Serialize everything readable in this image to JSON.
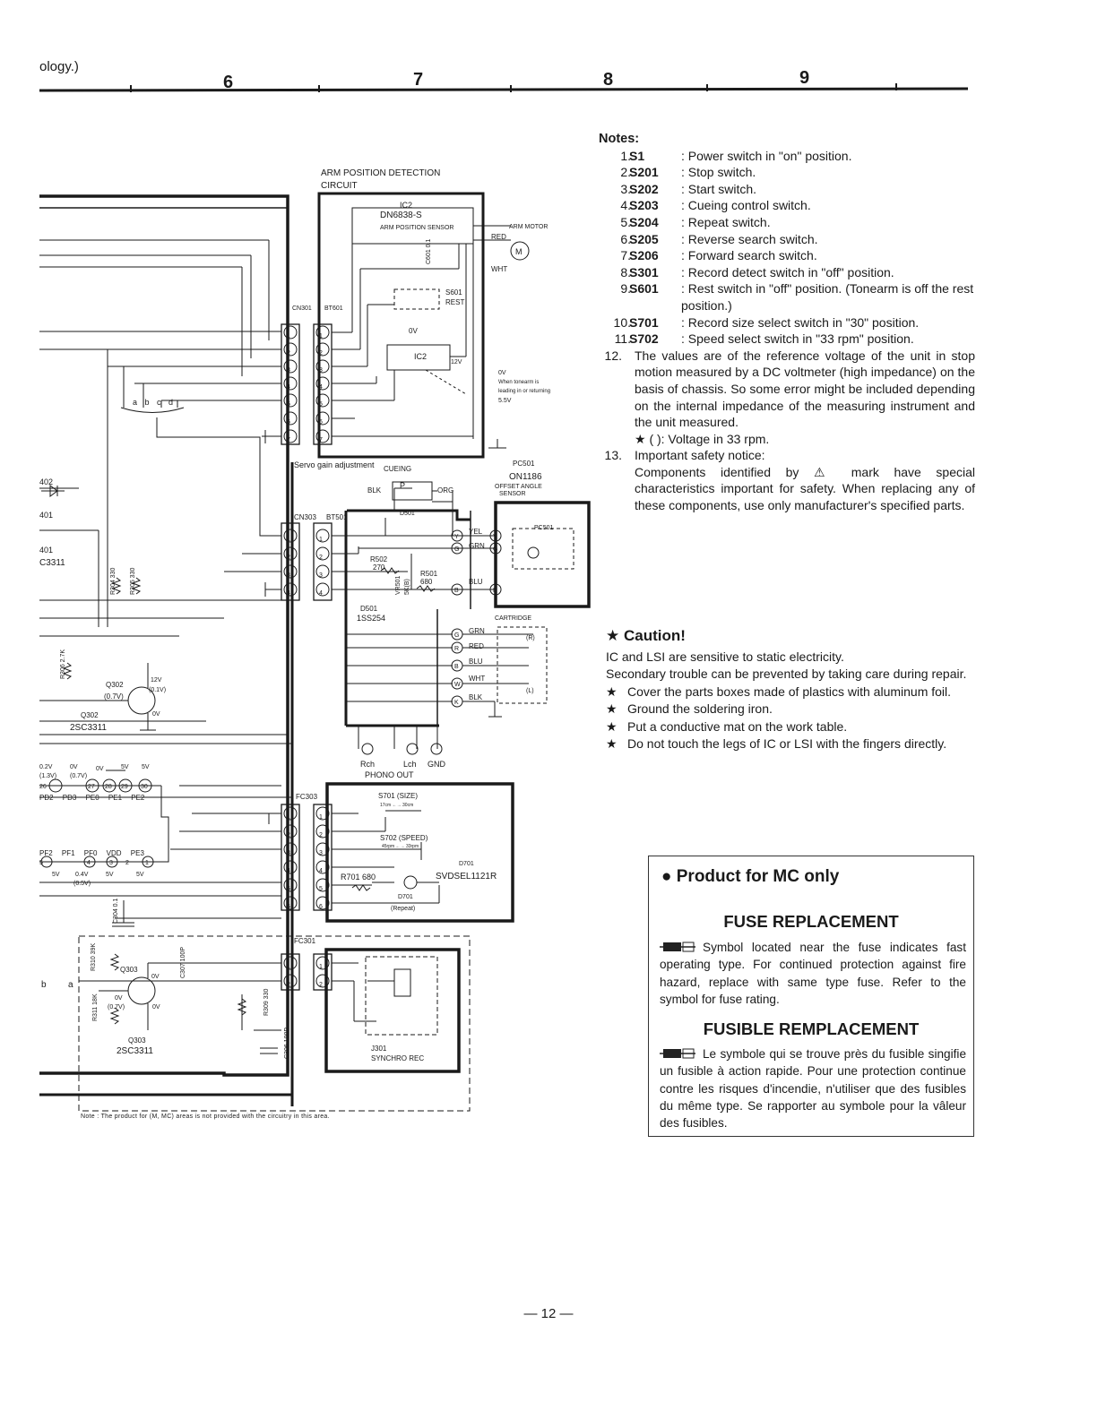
{
  "header": {
    "fragment": "ology.)",
    "column_numbers": [
      "6",
      "7",
      "8",
      "9"
    ]
  },
  "schematic": {
    "arm_circuit_title": "ARM POSITION DETECTION CIRCUIT",
    "ic2_label": "IC2",
    "ic2_part": "DN6838-S",
    "ic2_desc": "ARM POSITION SENSOR",
    "arm_motor": "ARM MOTOR",
    "red": "RED",
    "wht": "WHT",
    "motor": "M",
    "c601": "C601 0.1",
    "s601": "S601",
    "rest": "REST",
    "cn301": "CN301",
    "bt601": "BT601",
    "ov": "0V",
    "ic2_box": "IC2",
    "twelve_v": "12V",
    "tonearm_note_1": "0V",
    "tonearm_note_2": "When tonearm is",
    "tonearm_note_3": "leading in or returning",
    "tonearm_note_4": "5.5V",
    "abcd": "a b c d",
    "servo": "Servo gain adjustment",
    "cueing": "CUEING",
    "blk": "BLK",
    "org": "ORG",
    "p": "P",
    "pc501_top": "PC501",
    "on1186": "ON1186",
    "offset": "OFFSET ANGLE",
    "sensor": "SENSOR",
    "cn303": "CN303",
    "bt501": "BT501",
    "d501_top": "D501",
    "yel": "YEL",
    "grn": "GRN",
    "blu": "BLU",
    "pc501_box": "PC501",
    "r502": "R502",
    "r502_v": "270",
    "r501": "R501",
    "r501_v": "680",
    "vr501": "VR501",
    "vr501_v": "5K(B)",
    "d501_bot": "D501",
    "d501_part": "1SS254",
    "cartridge": "CARTRIDGE",
    "c_grn": "GRN",
    "c_red": "RED",
    "c_blu": "BLU",
    "c_wht": "WHT",
    "c_blk": "BLK",
    "r_ch": "(R)",
    "l_ch": "(L)",
    "rch": "Rch",
    "lch": "Lch",
    "gnd": "GND",
    "phono_out": "PHONO OUT",
    "q402": "402",
    "q401": "401",
    "q401b": "401",
    "c3311_frag": "C3311",
    "r304": "R304 330",
    "r305": "R305 330",
    "r306": "R306 2.7K",
    "q302": "Q302",
    "q302_v": "(0.7V)",
    "q302_12v": "12V",
    "q302_01v": "(0.1V)",
    "q302_ov": "0V",
    "q302_b": "Q302",
    "q302_part": "2SC3311",
    "ic_v1": "0.2V",
    "ic_v2": "(1.3V)",
    "ic_v3": "0V",
    "ic_v4": "(0.7V)",
    "ic_v5": "0V",
    "ic_v6": "5V",
    "ic_v7": "5V",
    "pins_top": [
      "26",
      "27",
      "28",
      "29",
      "30"
    ],
    "pin_names_top": "PD2 PD3 PE0 PE1 PE2",
    "pin_names_bot": "PF2 PF1 PF0 VDD PE3",
    "pins_bot": [
      "5",
      "4",
      "3",
      "2",
      "1"
    ],
    "ic_v8": "5V",
    "ic_v9": "0.4V",
    "ic_v10": "(0.5V)",
    "ic_v11": "5V",
    "ic_v12": "5V",
    "fc303": "FC303",
    "s701": "S701 (SIZE)",
    "s701_sub": "17cm ←→ 30cm",
    "s702": "S702 (SPEED)",
    "s702_sub": "45rpm ←→ 33rpm",
    "d701": "D701",
    "r701": "R701 680",
    "svd": "SVDSEL1121R",
    "d701b": "D701",
    "repeat": "(Repeat)",
    "c304": "C304 0.1",
    "r310": "R310 39K",
    "q303": "Q303",
    "q303_ov1": "0V",
    "q303_ov2": "0V",
    "q303_v": "(0.7V)",
    "q303_ov3": "0V",
    "c307": "C307 100P",
    "r311": "R311 18K",
    "r309": "R309 330",
    "fc301": "FC301",
    "q303_b": "Q303",
    "q303_part": "2SC3311",
    "j301": "J301",
    "synchro": "SYNCHRO REC",
    "c306": "C306 100P",
    "b": "b",
    "a": "a",
    "bottom_note": "Note : The product for (M, MC) areas is not provided with the circuitry in this area."
  },
  "notes": {
    "heading": "Notes:",
    "items": [
      {
        "num": "1.",
        "code": "S1",
        "text": ": Power switch in \"on\" position."
      },
      {
        "num": "2.",
        "code": "S201",
        "text": ": Stop switch."
      },
      {
        "num": "3.",
        "code": "S202",
        "text": ": Start switch."
      },
      {
        "num": "4.",
        "code": "S203",
        "text": ": Cueing control switch."
      },
      {
        "num": "5.",
        "code": "S204",
        "text": ": Repeat switch."
      },
      {
        "num": "6.",
        "code": "S205",
        "text": ": Reverse search switch."
      },
      {
        "num": "7.",
        "code": "S206",
        "text": ": Forward search switch."
      },
      {
        "num": "8.",
        "code": "S301",
        "text": ": Record detect switch in \"off\" position."
      },
      {
        "num": "9.",
        "code": "S601",
        "text": ": Rest switch in \"off\" position. (Tonearm is off the rest position.)"
      },
      {
        "num": "10.",
        "code": "S701",
        "text": ": Record size select switch in \"30\" position."
      },
      {
        "num": "11.",
        "code": "S702",
        "text": ": Speed select switch in \"33 rpm\" position."
      }
    ],
    "item12_num": "12.",
    "item12_text": "The values are of the reference voltage of the unit in stop motion measured by a DC voltmeter (high impedance) on the basis of chassis. So some error might be included depending on the internal impedance of the measuring instrument and the unit measured.",
    "item12_star": "★ (        ): Voltage in 33 rpm.",
    "item13_num": "13.",
    "item13_title": "Important safety notice:",
    "item13_text": "Components identified by ⚠ mark have special characteristics important for safety. When replacing any of these components, use only manufacturer's specified parts."
  },
  "caution": {
    "title": "★ Caution!",
    "line1": "IC and LSI are sensitive to static electricity.",
    "line2": "Secondary trouble can be prevented by taking care during repair.",
    "bullets": [
      "Cover the parts boxes made of plastics with aluminum foil.",
      "Ground the soldering iron.",
      "Put a conductive mat on the work table.",
      "Do not touch the legs of IC or LSI with the fingers directly."
    ],
    "star": "★"
  },
  "fuse_box": {
    "product": "● Product for MC only",
    "heading_en": "FUSE REPLACEMENT",
    "text_en": "Symbol located near the fuse indicates fast operating type. For continued protection against fire hazard, replace with same type fuse. Refer to the symbol for fuse rating.",
    "heading_fr": "FUSIBLE REMPLACEMENT",
    "text_fr": "Le symbole qui se trouve près du fusible singifie un fusible à action rapide. Pour une protection continue contre les risques d'incendie, n'utiliser que des fusibles du même type. Se rapporter au symbole pour la vâleur des fusibles."
  },
  "page_number": "— 12 —"
}
